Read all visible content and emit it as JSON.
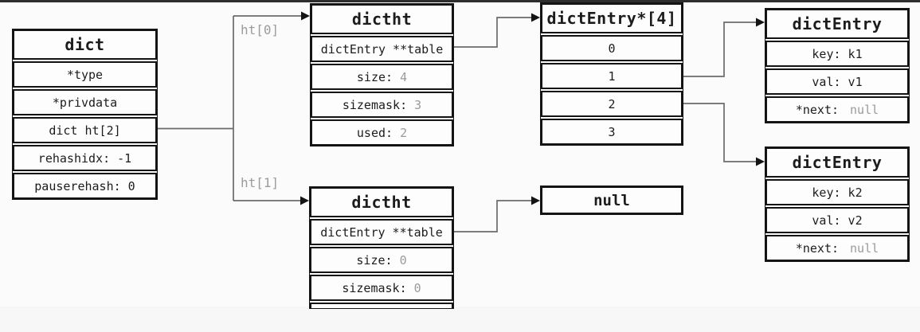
{
  "colors": {
    "background": "#fbfbfb",
    "box_border": "#141414",
    "text_primary": "#1c1c1c",
    "text_muted": "#9a9a9a",
    "connector_line": "#6a6a6a",
    "top_strip": "#2e2e2e"
  },
  "labels": {
    "ht0": "ht[0]",
    "ht1": "ht[1]"
  },
  "boxes": {
    "dict": {
      "title": "dict",
      "rows": [
        {
          "label": "*type"
        },
        {
          "label": "*privdata"
        },
        {
          "label": "dict ht[2]"
        },
        {
          "label": "rehashidx: -1"
        },
        {
          "label": "pauserehash: 0"
        }
      ]
    },
    "dictht0": {
      "title": "dictht",
      "rows": [
        {
          "label": "dictEntry **table"
        },
        {
          "label": "size:",
          "value": "4"
        },
        {
          "label": "sizemask:",
          "value": "3"
        },
        {
          "label": "used:",
          "value": "2"
        }
      ]
    },
    "bucket_array": {
      "title": "dictEntry*[4]",
      "rows": [
        {
          "label": "0"
        },
        {
          "label": "1"
        },
        {
          "label": "2"
        },
        {
          "label": "3"
        }
      ]
    },
    "entry1": {
      "title": "dictEntry",
      "rows": [
        {
          "label": "key: k1"
        },
        {
          "label": "val: v1"
        },
        {
          "label": "*next:",
          "value": "null"
        }
      ]
    },
    "entry2": {
      "title": "dictEntry",
      "rows": [
        {
          "label": "key: k2"
        },
        {
          "label": "val: v2"
        },
        {
          "label": "*next:",
          "value": "null"
        }
      ]
    },
    "null_box": {
      "title": "null"
    },
    "dictht1": {
      "title": "dictht",
      "rows": [
        {
          "label": "dictEntry **table"
        },
        {
          "label": "size:",
          "value": "0"
        },
        {
          "label": "sizemask:",
          "value": "0"
        }
      ]
    }
  }
}
